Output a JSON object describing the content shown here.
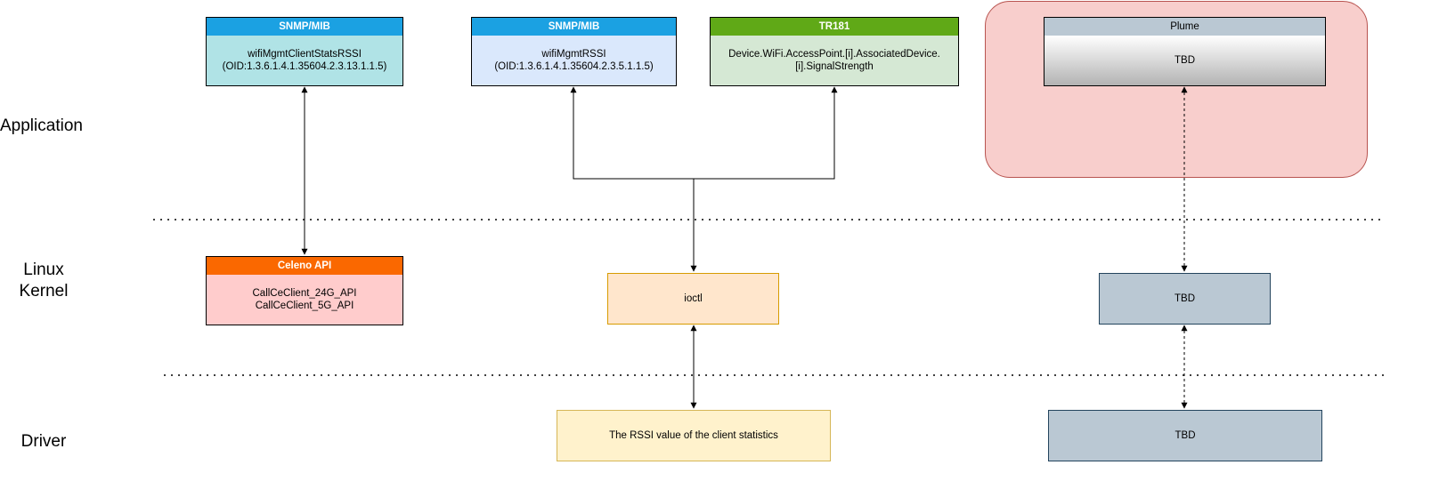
{
  "layers": {
    "application": "Application",
    "linux_kernel": "Linux\nKernel",
    "driver": "Driver"
  },
  "app_boxes": {
    "snmp_client_stats": {
      "header": "SNMP/MIB",
      "body": "wifiMgmtClientStatsRSSI\n(OID:1.3.6.1.4.1.35604.2.3.13.1.1.5)",
      "header_color": "#1ba1e2",
      "body_color": "#b0e3e6"
    },
    "snmp_rssi": {
      "header": "SNMP/MIB",
      "body": "wifiMgmtRSSI\n(OID:1.3.6.1.4.1.35604.2.3.5.1.1.5)",
      "header_color": "#1ba1e2",
      "body_color": "#dae8fc"
    },
    "tr181": {
      "header": "TR181",
      "body": "Device.WiFi.AccessPoint.[i].AssociatedDevice.\n[i].SignalStrength",
      "header_color": "#60a917",
      "body_color": "#d5e8d4"
    },
    "plume": {
      "header": "Plume",
      "body": "TBD",
      "header_color": "#bac8d3",
      "body_color": "#e6e6e6"
    }
  },
  "kernel_boxes": {
    "celeno_api": {
      "header": "Celeno API",
      "body": "CallCeClient_24G_API\nCallCeClient_5G_API",
      "header_color": "#fa6800",
      "body_color": "#ffcccc"
    },
    "ioctl": {
      "label": "ioctl",
      "fill": "#ffe6cc",
      "border": "#d79b00"
    },
    "plume_kernel": {
      "label": "TBD",
      "fill": "#bac8d3",
      "border": "#23445d"
    }
  },
  "driver_boxes": {
    "rssi_value": {
      "label": "The RSSI value of  the client statistics",
      "fill": "#fff2cc",
      "border": "#d6b656"
    },
    "plume_driver": {
      "label": "TBD",
      "fill": "#bac8d3",
      "border": "#23445d"
    }
  },
  "colors": {
    "plume_group_fill": "#f8cecc",
    "plume_group_border": "#b85450",
    "separator": "#000000",
    "connector": "#000000"
  }
}
